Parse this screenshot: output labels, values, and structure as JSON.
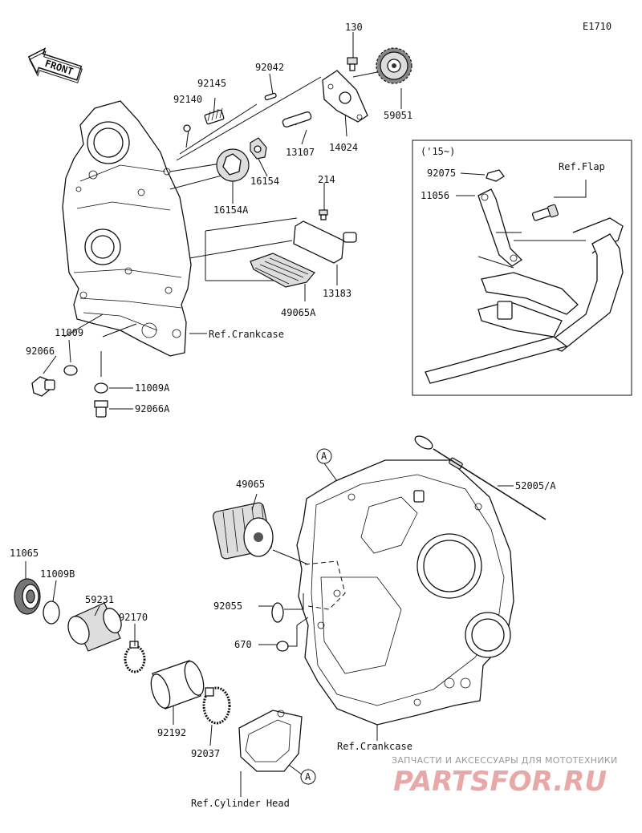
{
  "diagram_code": "E1710",
  "front_label": "FRONT",
  "variant_label": "('15~)",
  "section_marker": "A",
  "refs": {
    "crankcase": "Ref.Crankcase",
    "flap": "Ref.Flap",
    "cylinder_head": "Ref.Cylinder Head"
  },
  "parts": {
    "p130": "130",
    "p92042": "92042",
    "p92145": "92145",
    "p92140": "92140",
    "p59051": "59051",
    "p14024": "14024",
    "p13107": "13107",
    "p16154": "16154",
    "p16154A": "16154A",
    "p214": "214",
    "p13183": "13183",
    "p49065A": "49065A",
    "p11009": "11009",
    "p92066": "92066",
    "p11009A": "11009A",
    "p92066A": "92066A",
    "p92075": "92075",
    "p11056": "11056",
    "p52005A": "52005/A",
    "p49065": "49065",
    "p11065": "11065",
    "p11009B": "11009B",
    "p59231": "59231",
    "p92170": "92170",
    "p92055": "92055",
    "p670": "670",
    "p92192": "92192",
    "p92037": "92037"
  },
  "watermark": {
    "tagline": "ЗАПЧАСТИ И АКСЕССУАРЫ ДЛЯ МОТОТЕХНИКИ",
    "logo": "PARTSFOR.RU"
  }
}
